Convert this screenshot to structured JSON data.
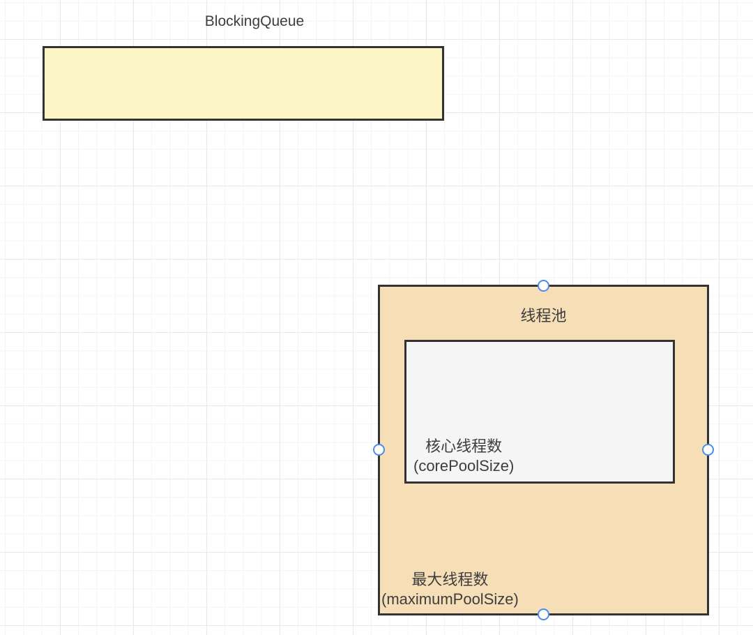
{
  "colors": {
    "canvas-bg": "#ffffff",
    "grid-minor": "#f4f4f4",
    "grid-major": "#e8e8e8",
    "stroke": "#333333",
    "text": "#3d3d3d",
    "queue-fill": "#fcf5c5",
    "pool-fill": "#f6dfb6",
    "core-fill": "#f5f5f5",
    "handle-fill": "#ffffff",
    "handle-stroke": "#4b8bf0"
  },
  "diagram": {
    "blocking_queue": {
      "label": "BlockingQueue"
    },
    "thread_pool": {
      "title": "线程池",
      "max_label": {
        "line1": "最大线程数",
        "line2": "(maximumPoolSize)"
      },
      "core": {
        "line1": "核心线程数",
        "line2": "(corePoolSize)"
      }
    }
  }
}
